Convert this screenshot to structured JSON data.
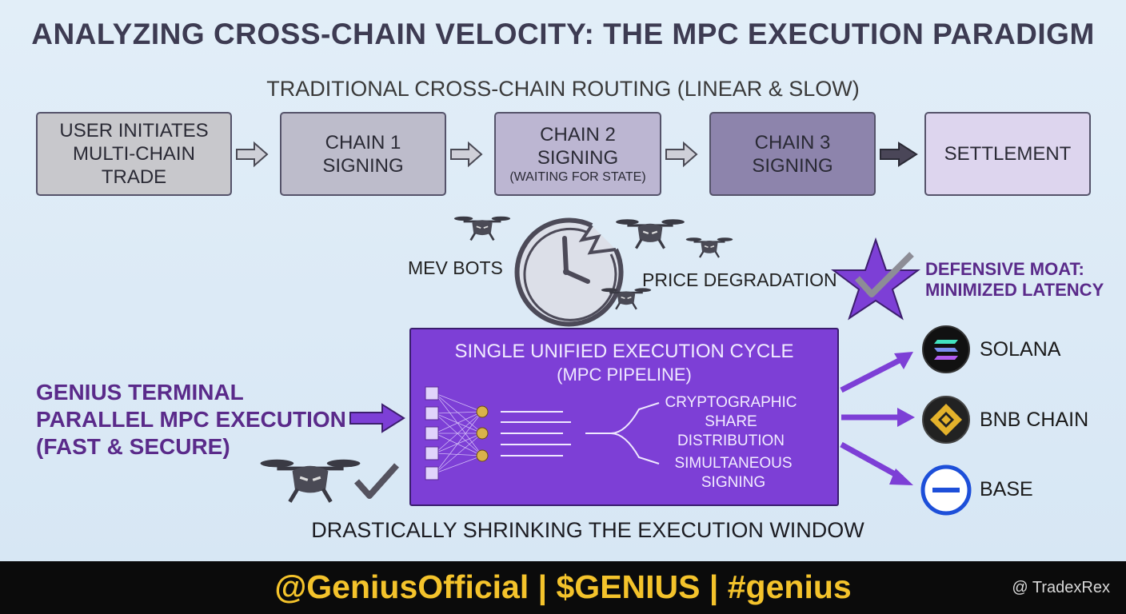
{
  "title": "ANALYZING CROSS-CHAIN VELOCITY: THE MPC EXECUTION PARADIGM",
  "traditional": {
    "heading": "TRADITIONAL CROSS-CHAIN ROUTING (LINEAR & SLOW)",
    "steps": [
      {
        "line1": "USER INITIATES",
        "line2": "MULTI-CHAIN",
        "line3": "TRADE",
        "color": "#c8c8cc"
      },
      {
        "line1": "CHAIN 1",
        "line2": "SIGNING",
        "line3": "",
        "color": "#bdbccb"
      },
      {
        "line1": "CHAIN 2",
        "line2": "SIGNING",
        "line3": "(WAITING FOR STATE)",
        "color": "#bcb6d2"
      },
      {
        "line1": "CHAIN 3",
        "line2": "SIGNING",
        "line3": "",
        "color": "#8d84ac"
      },
      {
        "line1": "SETTLEMENT",
        "line2": "",
        "line3": "",
        "color": "#ddd5ee"
      }
    ]
  },
  "risks": {
    "mev_bots": "MEV BOTS",
    "price_degradation": "PRICE DEGRADATION"
  },
  "moat": {
    "line1": "DEFENSIVE MOAT:",
    "line2": "MINIMIZED LATENCY"
  },
  "genius": {
    "line1": "GENIUS TERMINAL",
    "line2": "PARALLEL MPC EXECUTION",
    "line3": "(FAST & SECURE)"
  },
  "pipeline": {
    "title": "SINGLE UNIFIED EXECUTION CYCLE",
    "subtitle": "(MPC PIPELINE)",
    "share_line1": "CRYPTOGRAPHIC",
    "share_line2": "SHARE DISTRIBUTION",
    "sign_line1": "SIMULTANEOUS",
    "sign_line2": "SIGNING"
  },
  "chains": [
    {
      "name": "SOLANA",
      "icon": "solana-icon"
    },
    {
      "name": "BNB CHAIN",
      "icon": "bnb-icon"
    },
    {
      "name": "BASE",
      "icon": "base-icon"
    }
  ],
  "bottom_caption": "DRASTICALLY SHRINKING THE EXECUTION WINDOW",
  "footer": {
    "handle": "@GeniusOfficial | $GENIUS | #genius",
    "watermark": "@ TradexRex"
  },
  "colors": {
    "purple": "#7d3fd6",
    "dark_purple": "#5a2a8a",
    "gold": "#f4c32b"
  }
}
